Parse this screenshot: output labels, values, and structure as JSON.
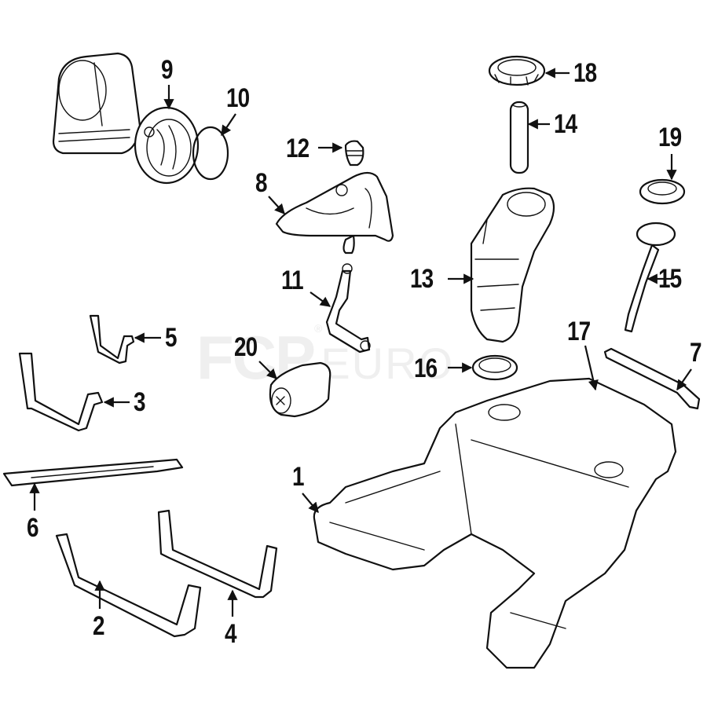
{
  "diagram": {
    "title": "Fuel Tank Assembly Exploded Diagram",
    "watermark": {
      "brand": "FCP",
      "suffix": "EURO",
      "registered": "®"
    },
    "callouts": [
      {
        "id": "1",
        "label": "1",
        "part": "fuel-tank"
      },
      {
        "id": "2",
        "label": "2",
        "part": "tank-strap-rear"
      },
      {
        "id": "3",
        "label": "3",
        "part": "tank-strap-left"
      },
      {
        "id": "4",
        "label": "4",
        "part": "tank-strap-front"
      },
      {
        "id": "5",
        "label": "5",
        "part": "small-bracket"
      },
      {
        "id": "6",
        "label": "6",
        "part": "crossmember-strap"
      },
      {
        "id": "7",
        "label": "7",
        "part": "right-bracket"
      },
      {
        "id": "8",
        "label": "8",
        "part": "expansion-tank"
      },
      {
        "id": "9",
        "label": "9",
        "part": "filler-neck-housing"
      },
      {
        "id": "10",
        "label": "10",
        "part": "o-ring"
      },
      {
        "id": "11",
        "label": "11",
        "part": "vent-hose"
      },
      {
        "id": "12",
        "label": "12",
        "part": "rubber-grommet"
      },
      {
        "id": "13",
        "label": "13",
        "part": "fuel-pump-module"
      },
      {
        "id": "14",
        "label": "14",
        "part": "filter-tube"
      },
      {
        "id": "15",
        "label": "15",
        "part": "level-sender"
      },
      {
        "id": "16",
        "label": "16",
        "part": "pump-seal"
      },
      {
        "id": "17",
        "label": "17",
        "part": "sender-seal"
      },
      {
        "id": "18",
        "label": "18",
        "part": "pump-lock-ring"
      },
      {
        "id": "19",
        "label": "19",
        "part": "sender-lock-ring"
      },
      {
        "id": "20",
        "label": "20",
        "part": "fuel-filter"
      }
    ]
  }
}
